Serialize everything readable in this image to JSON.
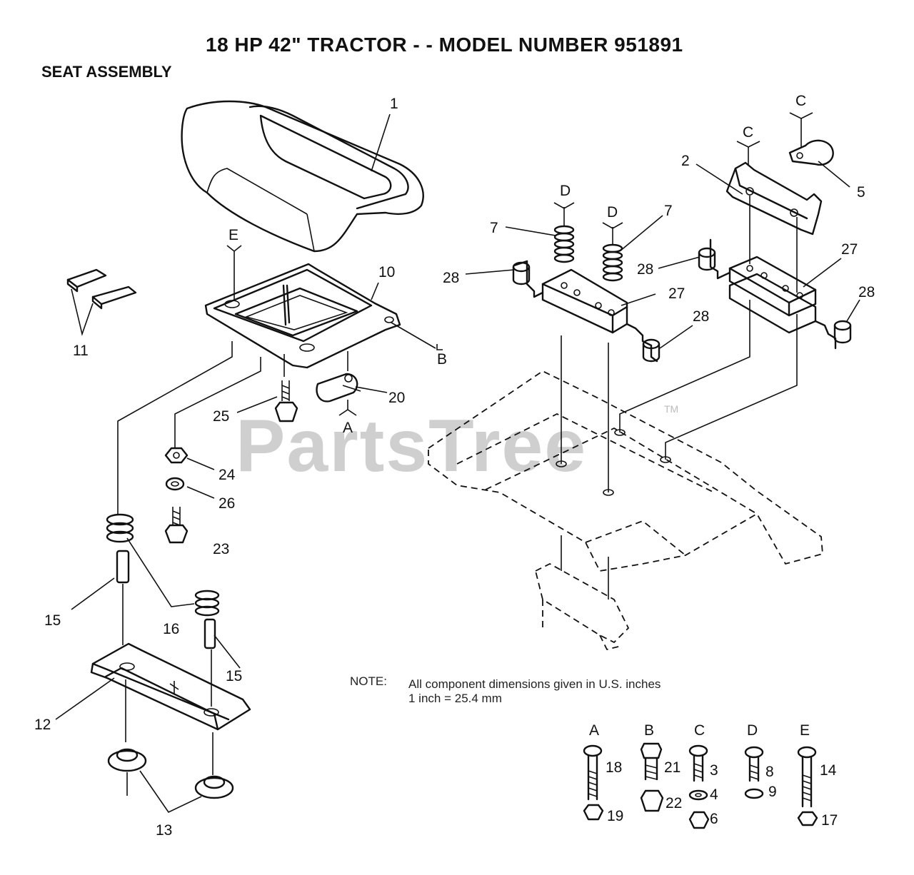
{
  "header": {
    "title": "18 HP 42\" TRACTOR - - MODEL NUMBER 951891",
    "subtitle": "SEAT ASSEMBLY"
  },
  "watermark": {
    "text": "PartsTree",
    "mark": "TM"
  },
  "callouts": {
    "c1": "1",
    "c2": "2",
    "c5": "5",
    "c7a": "7",
    "c7b": "7",
    "c10": "10",
    "c11": "11",
    "c12": "12",
    "c13": "13",
    "c15a": "15",
    "c15b": "15",
    "c16": "16",
    "c20": "20",
    "c23": "23",
    "c24": "24",
    "c25": "25",
    "c26": "26",
    "c27a": "27",
    "c27b": "27",
    "c28a": "28",
    "c28b": "28",
    "c28c": "28",
    "c28d": "28"
  },
  "refs": {
    "E": "E",
    "B": "B",
    "A": "A",
    "Da": "D",
    "Db": "D",
    "Ca": "C",
    "Cb": "C"
  },
  "note": {
    "label": "NOTE:",
    "line1": "All component dimensions given in U.S. inches",
    "line2": "1 inch = 25.4 mm"
  },
  "hardware": {
    "columns": [
      "A",
      "B",
      "C",
      "D",
      "E"
    ],
    "items": {
      "h18": "18",
      "h19": "19",
      "h21": "21",
      "h22": "22",
      "h3": "3",
      "h4": "4",
      "h6": "6",
      "h8": "8",
      "h9": "9",
      "h14": "14",
      "h17": "17"
    }
  }
}
